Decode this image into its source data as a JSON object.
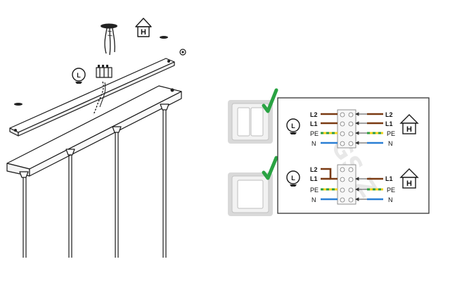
{
  "house_label": "H",
  "lamp_label": "L",
  "watermark": "GS.Z",
  "panel_top": {
    "labels_left": [
      "L2",
      "L1",
      "PE",
      "N"
    ],
    "labels_right": [
      "L2",
      "L1",
      "PE",
      "N"
    ]
  },
  "panel_bottom": {
    "labels_left": [
      "L2",
      "L1",
      "PE",
      "N"
    ],
    "labels_right": [
      "L1",
      "PE",
      "N"
    ]
  },
  "colors": {
    "phase": "#7a3a12",
    "earth_green": "#2e9e3e",
    "earth_yellow": "#f2d21b",
    "neutral": "#2a7fd4",
    "check": "#2aa343",
    "switch_plate": "#ececec",
    "panel_border": "#333333"
  }
}
